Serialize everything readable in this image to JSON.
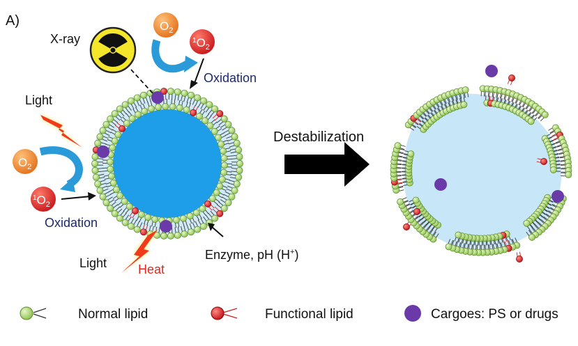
{
  "panel_label": "A)",
  "labels": {
    "xray": "X-ray",
    "light_left": "Light",
    "light_bottom": "Light",
    "heat": "Heat",
    "oxidation_top": "Oxidation",
    "oxidation_left": "Oxidation",
    "enzyme": "Enzyme, pH (H",
    "enzyme_sup": "+",
    "enzyme_close": ")",
    "destabilization": "Destabilization"
  },
  "molecules": {
    "o2": "O",
    "o2_sub": "2",
    "singlet_sup": "1",
    "singlet": "O",
    "singlet_sub": "2"
  },
  "legend": {
    "normal": "Normal lipid",
    "functional": "Functional lipid",
    "cargo": "Cargoes: PS or drugs"
  },
  "colors": {
    "lipid_head": "#a8d86e",
    "lipid_head_edge": "#5a8a2a",
    "functional_head": "#e02020",
    "cargo": "#6a3aa8",
    "core": "#1e9ee8",
    "membrane_halo": "#bfe3f5",
    "o2": "#f08a2a",
    "singlet_o2": "#e0261e",
    "arrow_blue": "#2a9ad8",
    "bolt": "#f03a1a",
    "oxidation_text": "#1c2a6a",
    "heat_text": "#e0261e",
    "radiation_bg": "#f4e62a"
  }
}
